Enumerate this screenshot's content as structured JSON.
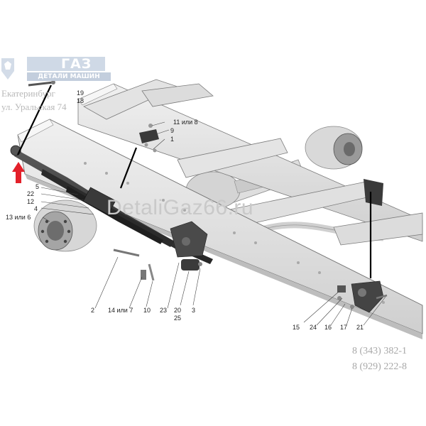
{
  "brand": {
    "logo_text": "ГАЗ",
    "logo_subtext": "ДЕТАЛИ МАШИН",
    "city": "Екатеринбург",
    "street": "ул. Уральская 74",
    "site": "DetaliGaz66.ru",
    "phone_1": "8 (343) 382-1",
    "phone_2": "8 (929) 222-8"
  },
  "callouts": {
    "c19": "19",
    "c18": "18",
    "c11": "11 или 8",
    "c9": "9",
    "c1": "1",
    "c5": "5",
    "c22": "22",
    "c12": "12",
    "c4": "4",
    "c13": "13 или 6",
    "c2": "2",
    "c14": "14 или 7",
    "c10": "10",
    "c23": "23",
    "c20": "20",
    "c25": "25",
    "c3": "3",
    "c15": "15",
    "c24": "24",
    "c16": "16",
    "c17": "17",
    "c21": "21"
  },
  "colors": {
    "frame": "#e6e6e6",
    "frame_edge": "#7a7a7a",
    "spring": "#3a3a3a",
    "bracket": "#4a4a4a",
    "arrow": "#e3202a",
    "logo": "#cfd9e6"
  }
}
